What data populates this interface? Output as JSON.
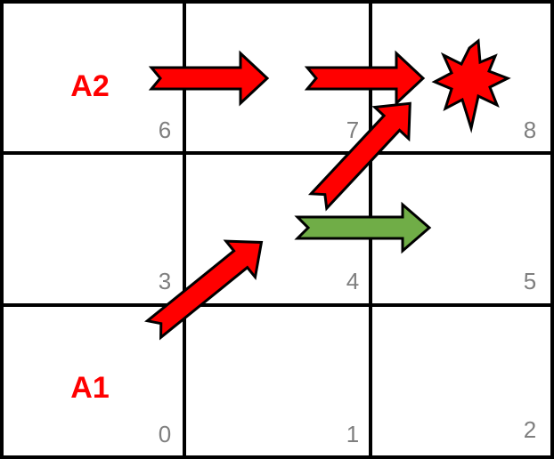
{
  "grid": {
    "rows": 3,
    "cols": 3,
    "cells": [
      {
        "label": "6"
      },
      {
        "label": "7"
      },
      {
        "label": "8"
      },
      {
        "label": "3"
      },
      {
        "label": "4"
      },
      {
        "label": "5"
      },
      {
        "label": "0"
      },
      {
        "label": "1"
      },
      {
        "label": "2"
      }
    ]
  },
  "agents": [
    {
      "label": "A1",
      "cell": "0"
    },
    {
      "label": "A2",
      "cell": "6"
    }
  ],
  "colors": {
    "agent_text": "#ff0000",
    "red_arrow": "#ff0000",
    "green_arrow": "#70ad47",
    "collision": "#ff0000",
    "cell_number": "#7f7f7f",
    "grid_line": "#000000"
  },
  "moves": [
    {
      "agent": "A1",
      "from": "0",
      "to": "4",
      "color": "red"
    },
    {
      "agent": "A1",
      "from": "4",
      "to": "8",
      "color": "red"
    },
    {
      "agent": "A2",
      "from": "6",
      "to": "7",
      "color": "red"
    },
    {
      "agent": "A2",
      "from": "7",
      "to": "8",
      "color": "red"
    },
    {
      "from": "4",
      "to": "5",
      "color": "green"
    }
  ],
  "collision": {
    "cell": "8",
    "icon": "explosion-icon"
  }
}
